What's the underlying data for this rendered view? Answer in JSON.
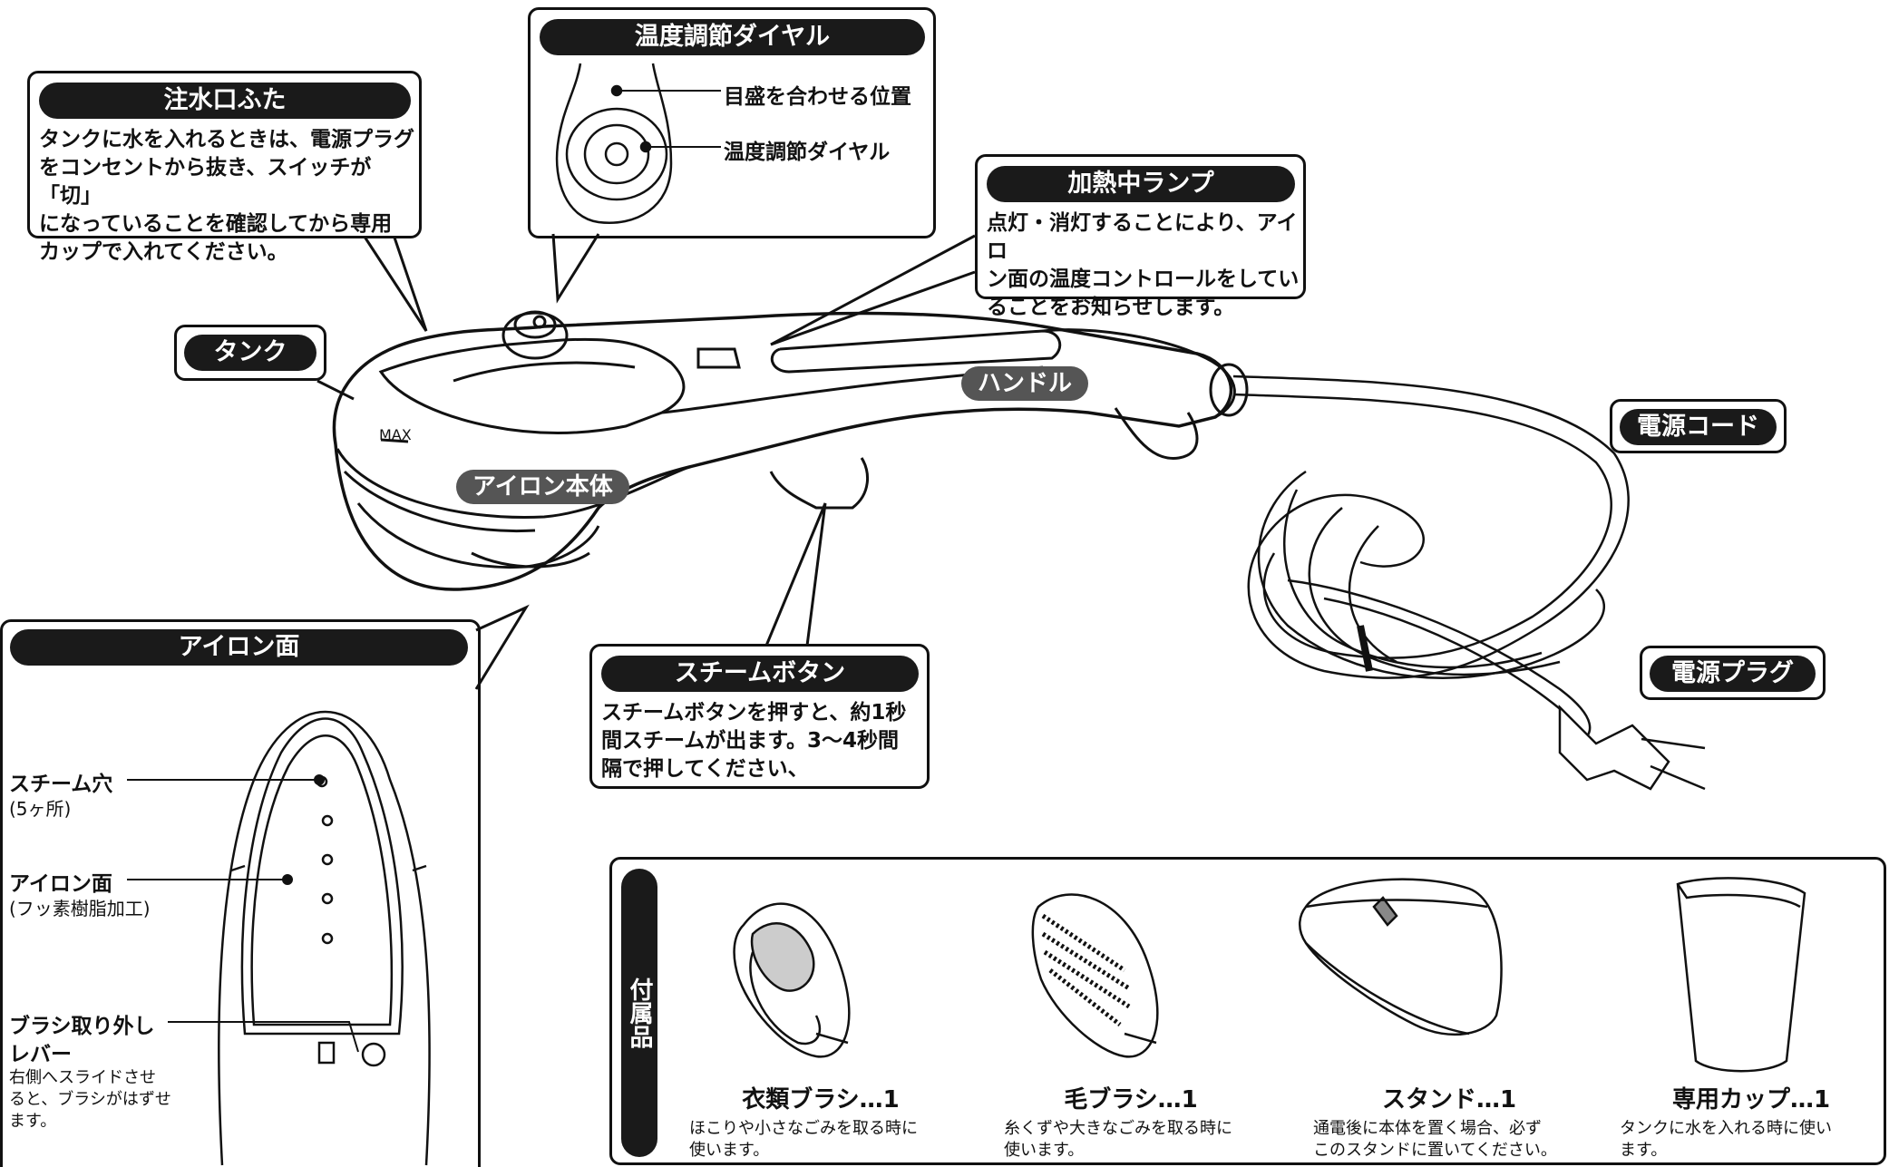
{
  "callouts": {
    "water_cap": {
      "title": "注水口ふた",
      "text": [
        "タンクに水を入れるときは、電源プラグ",
        "をコンセントから抜き、スイッチが「切」",
        "になっていることを確認してから専用",
        "カップで入れてください。"
      ]
    },
    "temp_dial": {
      "title": "温度調節ダイヤル",
      "label_position": "目盛を合わせる位置",
      "label_dial": "温度調節ダイヤル"
    },
    "heat_lamp": {
      "title": "加熱中ランプ",
      "text": [
        "点灯・消灯することにより、アイロ",
        "ン面の温度コントロールをしてい",
        "ることをお知らせします。"
      ]
    },
    "steam_button": {
      "title": "スチームボタン",
      "text": [
        "スチームボタンを押すと、約1秒",
        "間スチームが出ます。3～4秒間",
        "隔で押してください、"
      ]
    },
    "iron_face": {
      "title": "アイロン面"
    }
  },
  "labels": {
    "tank": "タンク",
    "handle": "ハンドル",
    "iron_body": "アイロン本体",
    "power_cord": "電源コード",
    "power_plug": "電源プラグ",
    "max": "MAX"
  },
  "iron_face_labels": {
    "steam_hole": "スチーム穴",
    "steam_hole_sub": "(5ヶ所)",
    "face": "アイロン面",
    "face_sub": "(フッ素樹脂加工)",
    "lever": "ブラシ取り外し",
    "lever2": "レバー",
    "lever_sub": [
      "右側へスライドさせ",
      "ると、ブラシがはずせ",
      "ます。"
    ]
  },
  "accessories": {
    "heading": "付属品",
    "items": [
      {
        "name": "衣類ブラシ…1",
        "desc": [
          "ほこりや小さなごみを取る時に",
          "使います。"
        ]
      },
      {
        "name": "毛ブラシ…1",
        "desc": [
          "糸くずや大きなごみを取る時に",
          "使います。"
        ]
      },
      {
        "name": "スタンド…1",
        "desc": [
          "通電後に本体を置く場合、必ず",
          "このスタンドに置いてください。"
        ]
      },
      {
        "name": "専用カップ…1",
        "desc": [
          "タンクに水を入れる時に使い",
          "ます。"
        ]
      }
    ]
  }
}
